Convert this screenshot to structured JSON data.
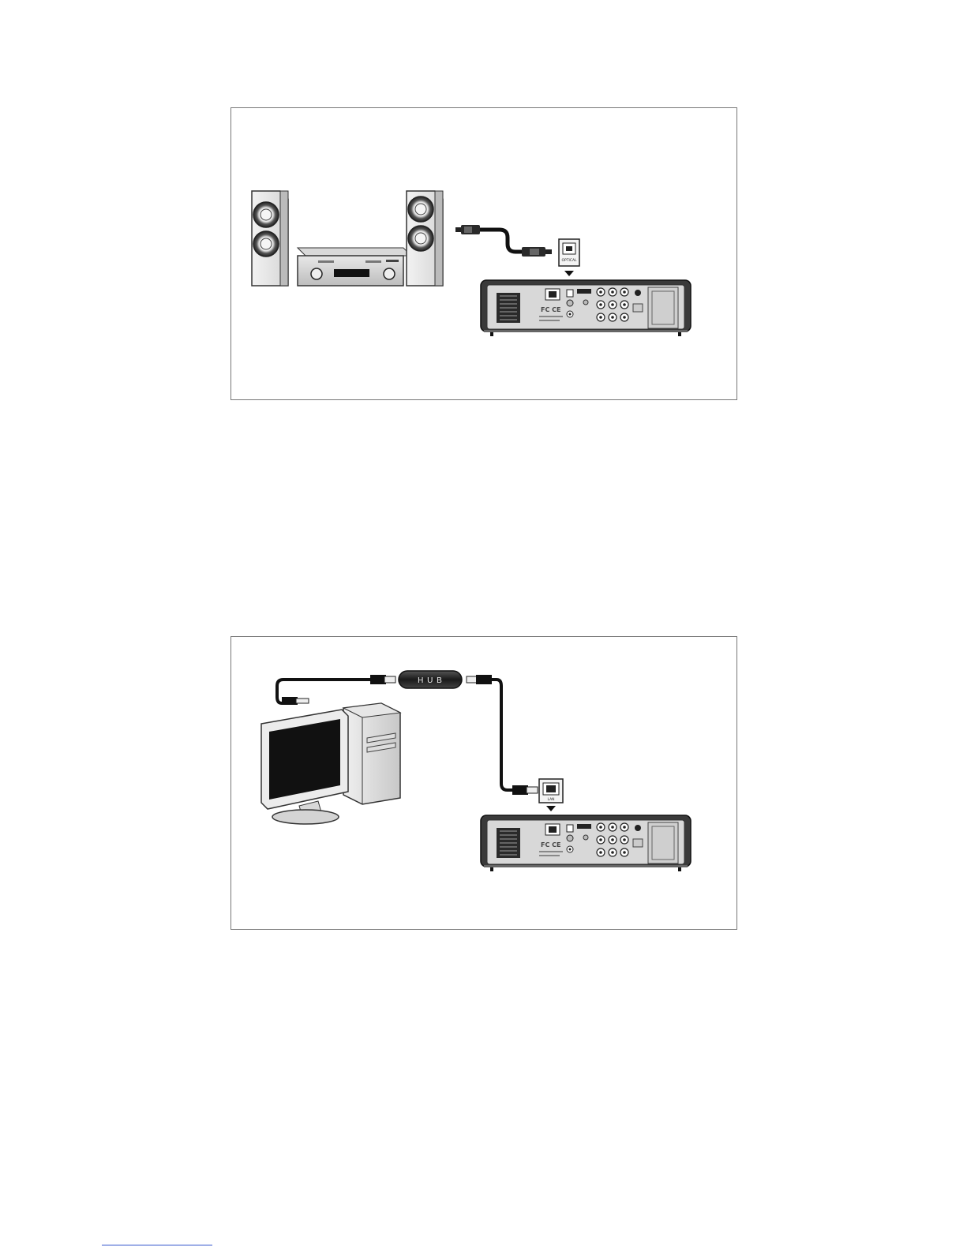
{
  "figure_optical": {
    "optical_port_label": "OPTICAL"
  },
  "figure_lan": {
    "hub_label": "H U B",
    "lan_port_label": "LAN"
  }
}
